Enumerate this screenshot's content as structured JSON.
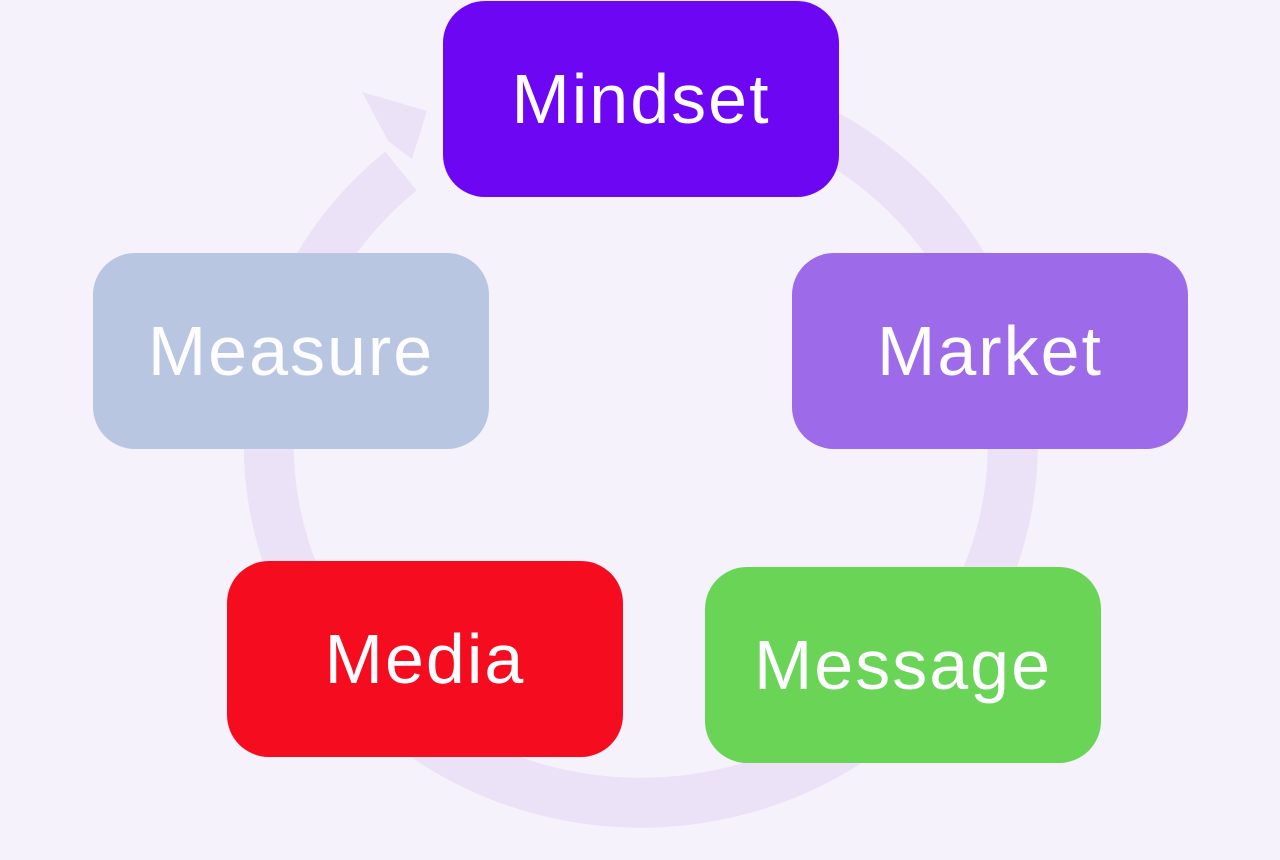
{
  "diagram": {
    "nodes": [
      {
        "id": "mindset",
        "label": "Mindset",
        "color": "#6c06f3",
        "position": "top"
      },
      {
        "id": "market",
        "label": "Market",
        "color": "#9d6ae9",
        "position": "right"
      },
      {
        "id": "message",
        "label": "Message",
        "color": "#69d455",
        "position": "bottom-right"
      },
      {
        "id": "media",
        "label": "Media",
        "color": "#f50d1f",
        "position": "bottom-left"
      },
      {
        "id": "measure",
        "label": "Measure",
        "color": "#b9c6e2",
        "position": "left"
      }
    ],
    "cycle_arrow": {
      "icon": "circular-arrow-icon",
      "direction": "clockwise",
      "color": "#ebe2f8"
    },
    "colors": {
      "background": "#f5f2fc",
      "label_text": "#fdfcff"
    }
  }
}
